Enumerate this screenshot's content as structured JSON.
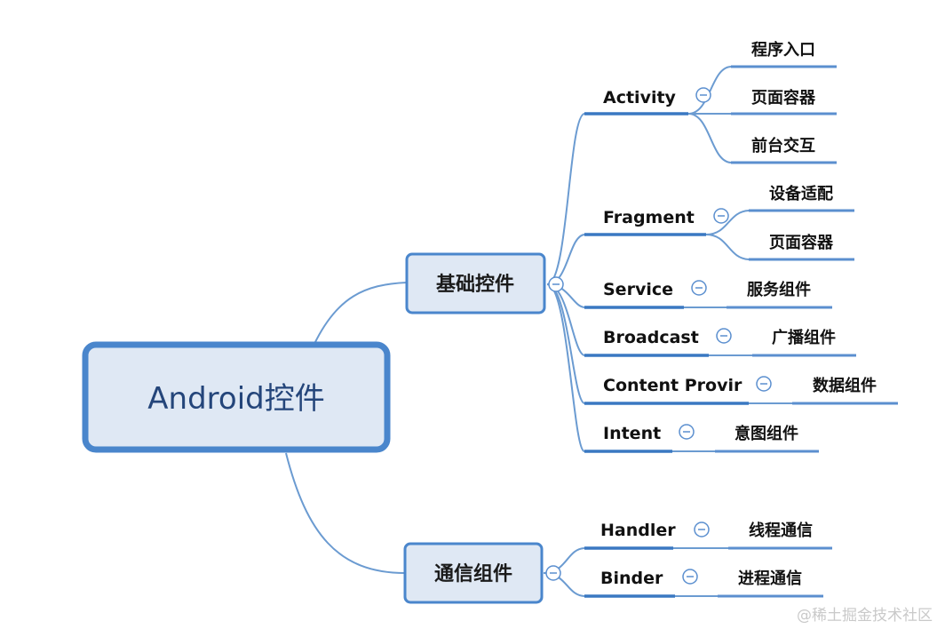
{
  "root": {
    "label": "Android控件"
  },
  "branches": [
    {
      "label": "基础控件",
      "children": [
        {
          "label": "Activity",
          "leaves": [
            "程序入口",
            "页面容器",
            "前台交互"
          ]
        },
        {
          "label": "Fragment",
          "leaves": [
            "设备适配",
            "页面容器"
          ]
        },
        {
          "label": "Service",
          "leaves": [
            "服务组件"
          ]
        },
        {
          "label": "Broadcast",
          "leaves": [
            "广播组件"
          ]
        },
        {
          "label": "Content Provir",
          "leaves": [
            "数据组件"
          ]
        },
        {
          "label": "Intent",
          "leaves": [
            "意图组件"
          ]
        }
      ]
    },
    {
      "label": "通信组件",
      "children": [
        {
          "label": "Handler",
          "leaves": [
            "线程通信"
          ]
        },
        {
          "label": "Binder",
          "leaves": [
            "进程通信"
          ]
        }
      ]
    }
  ],
  "watermark": "@稀土掘金技术社区",
  "colors": {
    "line": "#6b9bd1",
    "underline": "#3a78c2",
    "node_fill": "#dfe8f4",
    "node_border": "#4a86cc",
    "root_text": "#24457a"
  }
}
